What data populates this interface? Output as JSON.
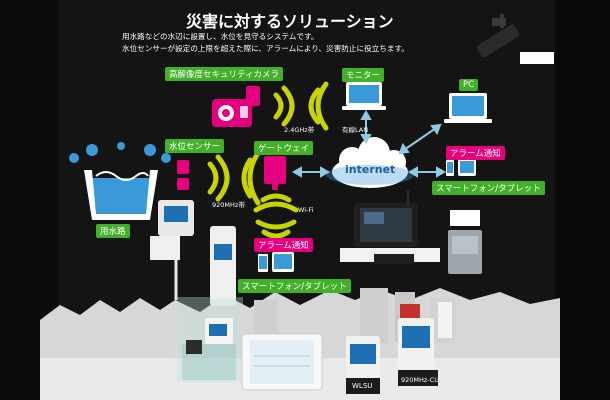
{
  "board": {
    "title": "災害に対するソリューション",
    "desc_line1": "用水路などの水辺に設置し、水位を見守るシステムです。",
    "desc_line2": "水位センサーが設定の上限を超えた際に、アラームにより、災害防止に役立ちます。"
  },
  "labels": {
    "camera": "高解像度セキュリティカメラ",
    "monitor": "モニター",
    "pc": "PC",
    "water_sensor": "水位センサー",
    "gateway": "ゲートウェイ",
    "alarm_right": "アラーム通知",
    "smartphone_right": "スマートフォン/タブレット",
    "canal": "用水路",
    "alarm_bottom": "アラーム通知",
    "smartphone_bottom": "スマートフォン/タブレット"
  },
  "annotations": {
    "band_24": "2.4GHz帯",
    "wired_lan": "有線LAN",
    "internet": "internet",
    "band_920": "920MHz帯",
    "wifi": "Wi-Fi"
  },
  "product_cards": {
    "left": "WLSU",
    "right": "920MHz-CU"
  },
  "colors": {
    "board_bg": "#1b1b1b",
    "accent_green": "#43b02a",
    "accent_magenta": "#e6007e",
    "wave_yellow": "#c8d400",
    "device_blue": "#3a9ad9",
    "cloud": "#ffffff",
    "arrow_blue": "#8ecae6"
  }
}
